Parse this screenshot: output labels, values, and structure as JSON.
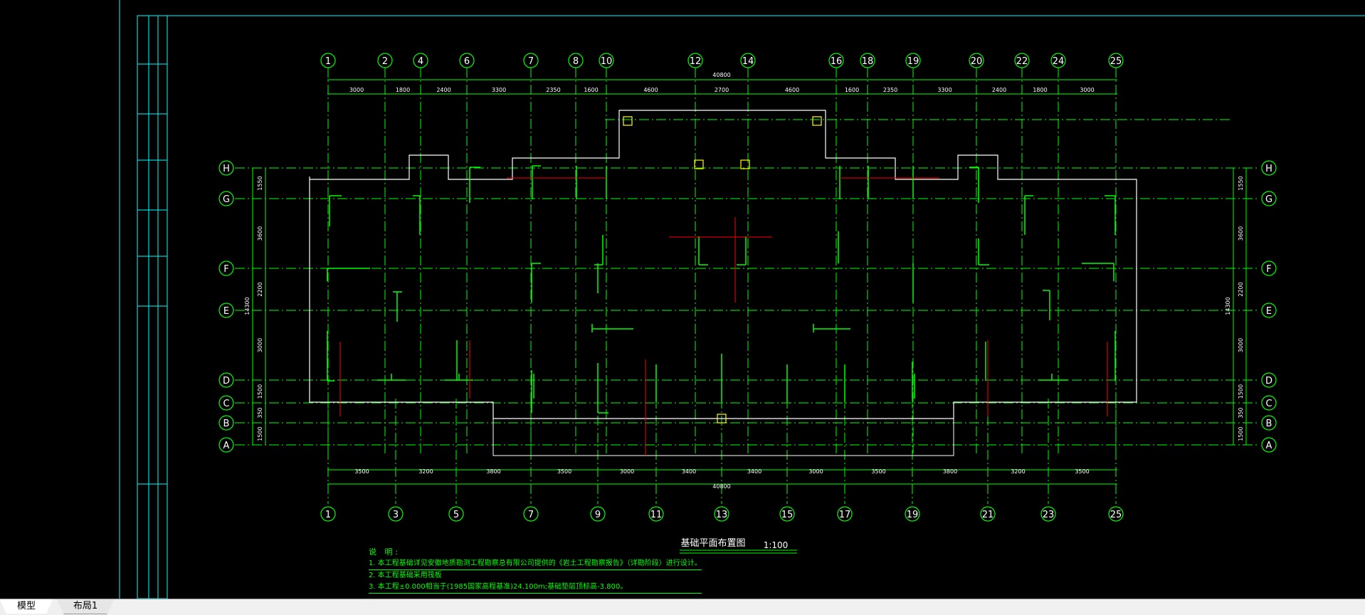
{
  "tabs": {
    "model": "模型",
    "layout1": "布局1"
  },
  "drawing": {
    "title": "基础平面布置图",
    "scale": "1:100",
    "top_axes": [
      "1",
      "2",
      "4",
      "6",
      "7",
      "8",
      "10",
      "12",
      "14",
      "16",
      "18",
      "19",
      "20",
      "22",
      "24",
      "25"
    ],
    "bottom_axes": [
      "1",
      "3",
      "5",
      "7",
      "9",
      "11",
      "13",
      "15",
      "17",
      "19",
      "21",
      "23",
      "25"
    ],
    "left_axes": [
      "H",
      "G",
      "F",
      "E",
      "D",
      "C",
      "B",
      "A"
    ],
    "right_axes": [
      "H",
      "G",
      "F",
      "E",
      "D",
      "C",
      "B",
      "A"
    ],
    "top_dims": [
      "3000",
      "1800",
      "2400",
      "3300",
      "2350",
      "1600",
      "4600",
      "2700",
      "4600",
      "1600",
      "2350",
      "3300",
      "2400",
      "1800",
      "3000"
    ],
    "top_total": "40800",
    "bottom_dims": [
      "3500",
      "3200",
      "3800",
      "3500",
      "3000",
      "3400",
      "3400",
      "3000",
      "3500",
      "3800",
      "3200",
      "3500"
    ],
    "bottom_total": "40800",
    "left_dims": [
      "1550",
      "3600",
      "2200",
      "3000",
      "1500",
      "350",
      "1500"
    ],
    "left_total": "14300",
    "right_total": "14300",
    "notes_title": "说 明:",
    "notes": [
      "1. 本工程基础详见安徽地质勘测工程勘察总有限公司提供的《岩土工程勘察报告》（详勘阶段）进行设计。",
      "2. 本工程基础采用筏板",
      "3. 本工程±0.000相当于(1985国家高程基准)24.100m;基础垫层顶标高-3.800。"
    ]
  },
  "colors": {
    "background": "#000000",
    "grid": "#00ff00",
    "wall": "#ffffff",
    "highlight": "#ff0000",
    "column": "#ffff00",
    "frame": "#00ffff"
  }
}
